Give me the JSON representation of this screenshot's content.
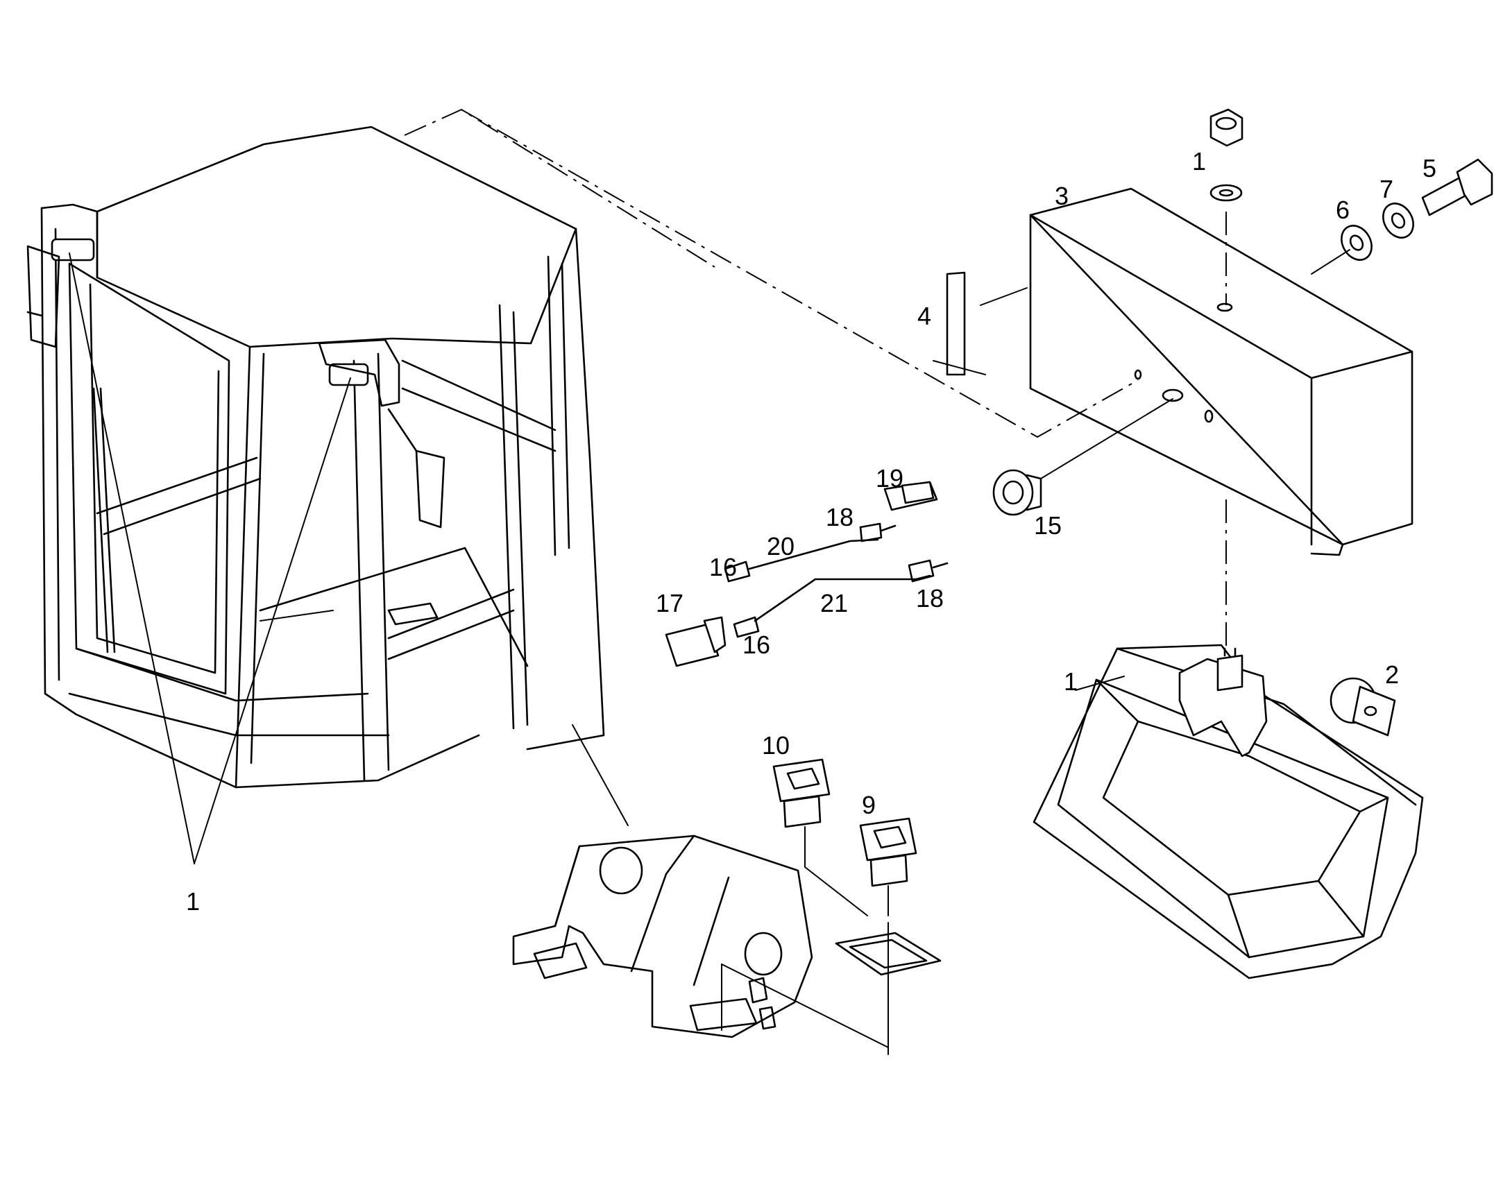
{
  "callouts": [
    {
      "id": "c1a",
      "text": "1"
    },
    {
      "id": "c1b",
      "text": "1"
    },
    {
      "id": "c1c",
      "text": "1"
    },
    {
      "id": "c2",
      "text": "2"
    },
    {
      "id": "c3",
      "text": "3"
    },
    {
      "id": "c4",
      "text": "4"
    },
    {
      "id": "c5",
      "text": "5"
    },
    {
      "id": "c6",
      "text": "6"
    },
    {
      "id": "c7",
      "text": "7"
    },
    {
      "id": "c9",
      "text": "9"
    },
    {
      "id": "c10",
      "text": "10"
    },
    {
      "id": "c15",
      "text": "15"
    },
    {
      "id": "c16a",
      "text": "16"
    },
    {
      "id": "c16b",
      "text": "16"
    },
    {
      "id": "c17",
      "text": "17"
    },
    {
      "id": "c18a",
      "text": "18"
    },
    {
      "id": "c18b",
      "text": "18"
    },
    {
      "id": "c19",
      "text": "19"
    },
    {
      "id": "c20",
      "text": "20"
    },
    {
      "id": "c21",
      "text": "21"
    }
  ]
}
